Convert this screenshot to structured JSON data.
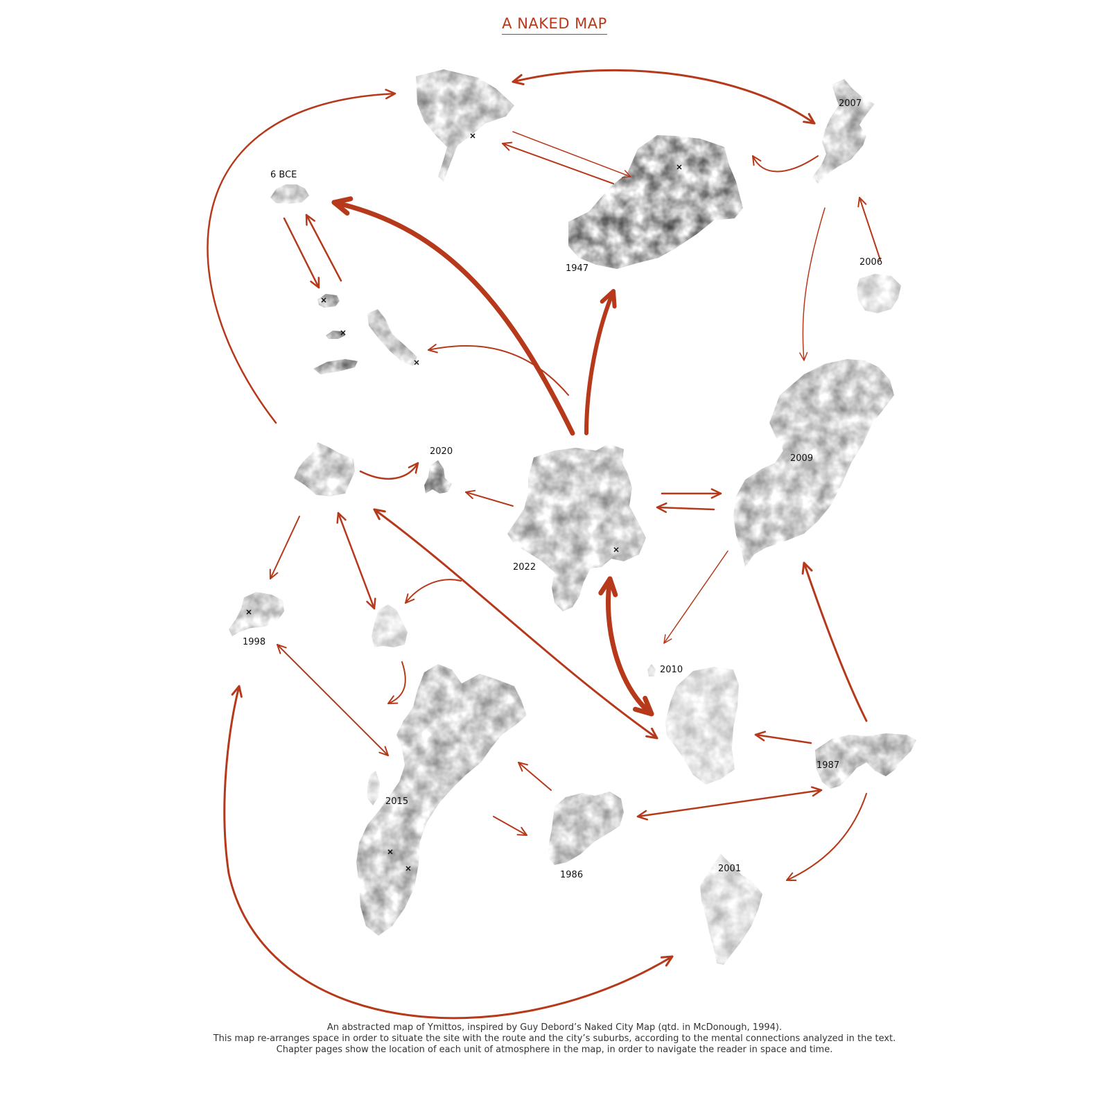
{
  "title": "A NAKED MAP",
  "colors": {
    "accent": "#b5391a",
    "patch_dark": "#3a3a3a",
    "patch_mid": "#7a7a7a",
    "patch_light": "#a8a8a8"
  },
  "labels": {
    "y_6bce": "6 BCE",
    "y_1947": "1947",
    "y_2007": "2007",
    "y_2006": "2006",
    "y_2009": "2009",
    "y_2020": "2020",
    "y_2022": "2022",
    "y_1998": "1998",
    "y_2010": "2010",
    "y_1987": "1987",
    "y_2015": "2015",
    "y_1986": "1986",
    "y_2001": "2001"
  },
  "caption": {
    "line1": "An abstracted map of Ymittos, inspired by Guy Debord’s Naked City Map (qtd. in McDonough, 1994).",
    "line2": "This map re-arranges space in order to situate the site with the route and the city’s suburbs, according to the mental connections analyzed in the text.",
    "line3": "Chapter pages show the location of each unit of atmosphere in the map, in order to navigate the reader in space and time."
  }
}
